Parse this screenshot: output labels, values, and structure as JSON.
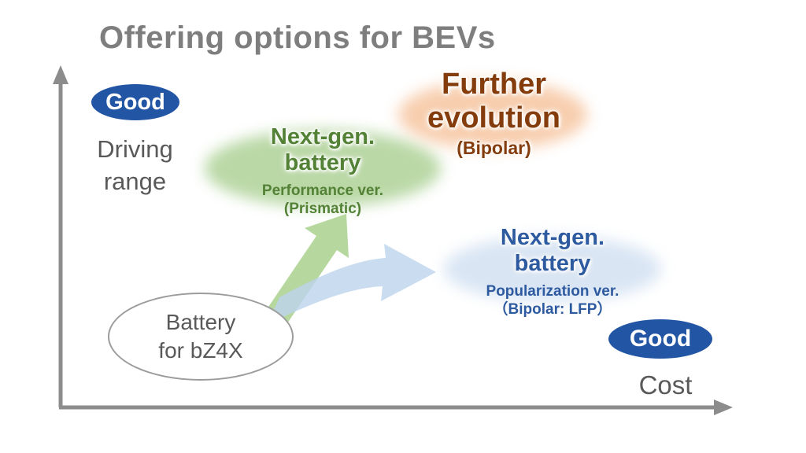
{
  "title": "Offering options for BEVs",
  "y_axis": {
    "badge": "Good",
    "label_line1": "Driving",
    "label_line2": "range"
  },
  "x_axis": {
    "badge": "Good",
    "label": "Cost"
  },
  "base_node": {
    "line1": "Battery",
    "line2": "for bZ4X"
  },
  "green_node": {
    "title1": "Next-gen.",
    "title2": "battery",
    "subtitle": "Performance ver.",
    "note": "(Prismatic)"
  },
  "orange_node": {
    "title1": "Further",
    "title2": "evolution",
    "note": "(Bipolar)"
  },
  "blue_node": {
    "title1": "Next-gen.",
    "title2": "battery",
    "subtitle": "Popularization ver.",
    "note": "（Bipolar: LFP）"
  },
  "colors": {
    "title_gray": "#7e7e7e",
    "axis_gray": "#8c8c8c",
    "label_gray": "#595959",
    "badge_blue": "#2255a4",
    "green_fill": "#aed297",
    "green_text": "#538135",
    "orange_fill": "#f7c9a6",
    "orange_text": "#843c0c",
    "blue_fill": "#d7e4f3",
    "blue_text": "#2e5aa0",
    "green_arrow": "#a9d18e",
    "blue_arrow": "#bdd3ec"
  }
}
